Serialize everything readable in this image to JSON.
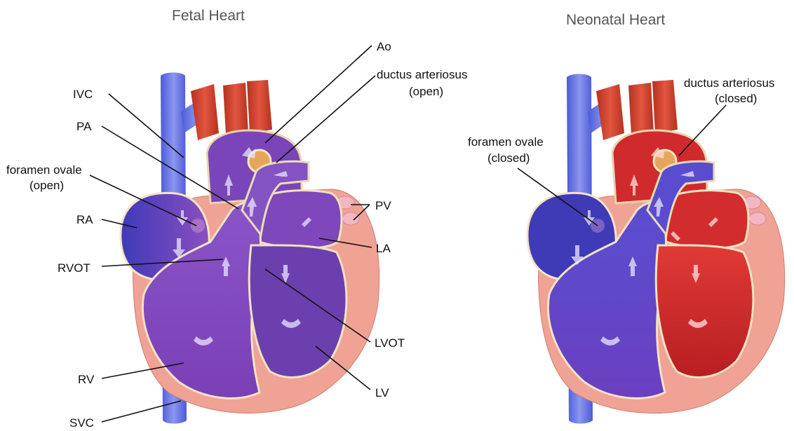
{
  "titles": {
    "fetal": "Fetal Heart",
    "neonatal": "Neonatal Heart"
  },
  "fetal_labels": {
    "ivc": "IVC",
    "pa": "PA",
    "foramen_line1": "foramen ovale",
    "foramen_line2": "(open)",
    "ra": "RA",
    "rvot": "RVOT",
    "rv": "RV",
    "svc": "SVC",
    "ao": "Ao",
    "ductus_line1": "ductus arteriosus",
    "ductus_line2": "(open)",
    "pv": "PV",
    "la": "LA",
    "lvot": "LVOT",
    "lv": "LV"
  },
  "neonatal_labels": {
    "foramen_line1": "foramen ovale",
    "foramen_line2": "(closed)",
    "ductus_line1": "ductus arteriosus",
    "ductus_line2": "(closed)"
  },
  "colors": {
    "deoxygenated": "#6a4fc9",
    "mixed": "#8a4fbf",
    "oxygenated": "#c8262a",
    "vein": "#6f7de0",
    "artery": "#c9412e",
    "myocardium": "#f0a294",
    "pulmonary_vein": "#f4b6c3"
  }
}
